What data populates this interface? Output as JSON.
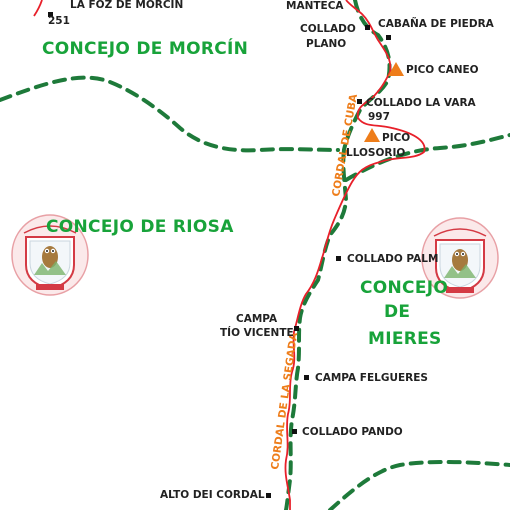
{
  "regions": {
    "morcin": "CONCEJO DE MORCÍN",
    "riosa": "CONCEJO DE RIOSA",
    "mieres_1": "CONCEJO",
    "mieres_2": "DE",
    "mieres_3": "MIERES"
  },
  "ridges": {
    "cuba": "CORDAL DE CUBA",
    "segada": "CORDAL DE LA SEGADA"
  },
  "places": {
    "foz_name": "LA FOZ DE MORCÍN",
    "foz_alt": "251",
    "manteca": "MANTECA",
    "cabana": "CABAÑA DE PIEDRA",
    "collado_plano_1": "COLLADO",
    "collado_plano_2": "PLANO",
    "pico_caneo": "PICO CANEO",
    "collado_vara": "COLLADO LA VARA",
    "collado_vara_alt": "997",
    "pico_llosorio_1": "PICO",
    "pico_llosorio_2": "LLOSORIO",
    "collado_palm": "COLLADO PALM",
    "campa_tio_1": "CAMPA",
    "campa_tio_2": "TÍO VICENTE",
    "campa_felgueres": "CAMPA FELGUERES",
    "collado_pando": "COLLADO PANDO",
    "alto_cordal": "ALTO DEI CORDAL"
  },
  "colors": {
    "route": "#e8202a",
    "border": "#1e7a3a",
    "region_text": "#18a33a",
    "ridge_text": "#ee7d1a",
    "peak": "#ee7d1a"
  },
  "icons": [
    "peak-triangle-icon",
    "point-marker-icon",
    "club-emblem-icon"
  ]
}
